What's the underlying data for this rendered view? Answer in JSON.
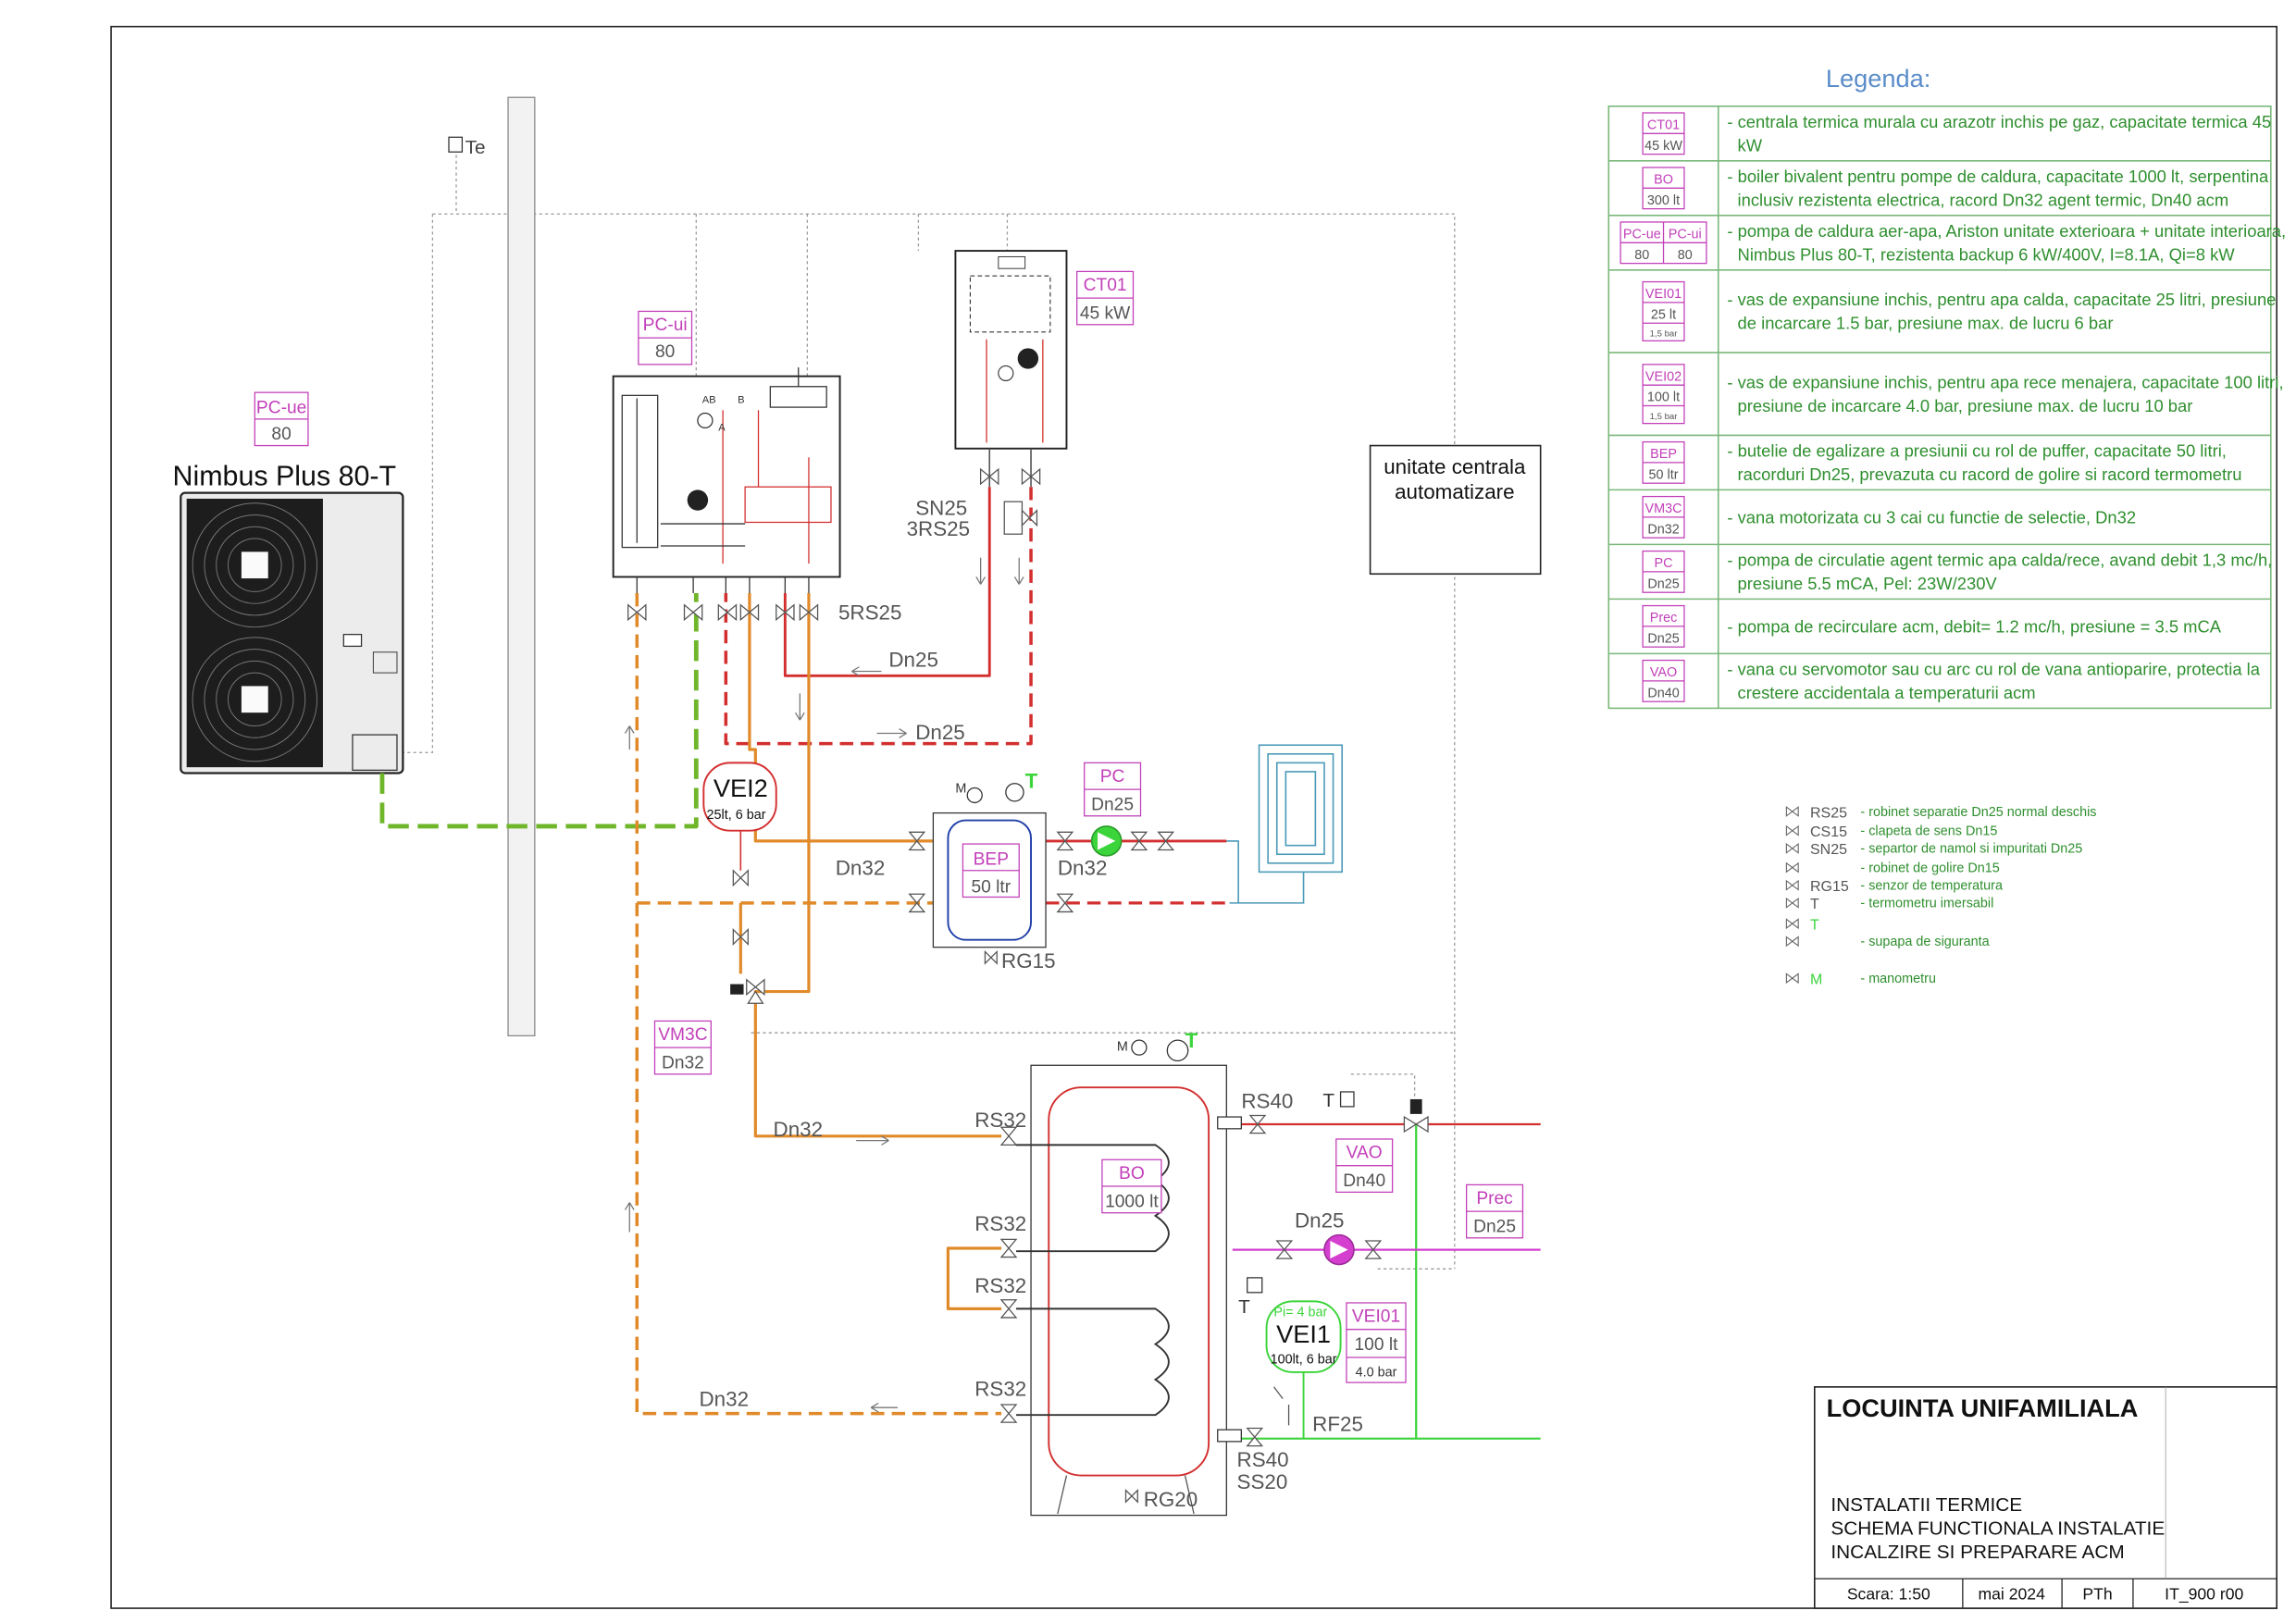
{
  "legend": {
    "title": "Legenda:",
    "rows": [
      {
        "tag": [
          "CT01",
          "45 kW"
        ],
        "text": [
          "- centrala termica murala cu arazotr inchis pe gaz, capacitate termica 45",
          "kW"
        ]
      },
      {
        "tag": [
          "BO",
          "300 lt"
        ],
        "text": [
          "- boiler bivalent pentru pompe de caldura, capacitate 1000 lt, serpentina",
          "inclusiv rezistenta electrica, racord Dn32 agent termic, Dn40 acm"
        ]
      },
      {
        "tag": [
          "PC-ue",
          "80",
          "PC-ui",
          "80"
        ],
        "text": [
          "- pompa de caldura aer-apa, Ariston unitate exterioara + unitate interioara,",
          "Nimbus Plus 80-T, rezistenta backup 6 kW/400V, I=8.1A, Qi=8 kW"
        ]
      },
      {
        "tag": [
          "VEI01",
          "25 lt",
          "1,5 bar"
        ],
        "text": [
          "- vas de expansiune inchis, pentru apa calda, capacitate 25 litri, presiune",
          "de incarcare 1.5 bar, presiune max. de lucru 6 bar"
        ]
      },
      {
        "tag": [
          "VEI02",
          "100 lt",
          "1,5 bar"
        ],
        "text": [
          "- vas de expansiune inchis, pentru apa rece menajera, capacitate 100 litri,",
          "presiune de incarcare 4.0 bar, presiune max. de lucru 10 bar"
        ]
      },
      {
        "tag": [
          "BEP",
          "50 ltr"
        ],
        "text": [
          "- butelie de egalizare a presiunii cu rol de puffer, capacitate 50 litri,",
          "racorduri Dn25, prevazuta cu racord de golire si racord termometru"
        ]
      },
      {
        "tag": [
          "VM3C",
          "Dn32"
        ],
        "text": [
          "- vana motorizata cu 3 cai cu functie de selectie, Dn32"
        ]
      },
      {
        "tag": [
          "PC",
          "Dn25"
        ],
        "text": [
          "- pompa de circulatie agent termic apa calda/rece, avand debit 1,3 mc/h,",
          "presiune 5.5 mCA, Pel: 23W/230V"
        ]
      },
      {
        "tag": [
          "Prec",
          "Dn25"
        ],
        "text": [
          "- pompa de recirculare acm, debit= 1.2 mc/h, presiune = 3.5 mCA"
        ]
      },
      {
        "tag": [
          "VAO",
          "Dn40"
        ],
        "text": [
          "- vana cu servomotor sau cu arc cu rol de vana antioparire, protectia la",
          "crestere accidentala a temperaturii acm"
        ]
      }
    ]
  },
  "symbols": [
    {
      "code": "RS25",
      "text": "- robinet separatie Dn25 normal deschis"
    },
    {
      "code": "CS15",
      "text": "- clapeta de sens Dn15"
    },
    {
      "code": "SN25",
      "text": "- separtor de namol si impuritati Dn25"
    },
    {
      "code": "",
      "text": "- robinet de golire Dn15"
    },
    {
      "code": "RG15",
      "text": "- senzor de temperatura"
    },
    {
      "code": "T",
      "text": "- termometru imersabil"
    },
    {
      "code": "T",
      "text": ""
    },
    {
      "code": "",
      "text": "- supapa de siguranta"
    },
    {
      "code": "M",
      "text": "- manometru"
    }
  ],
  "title_block": {
    "project": "LOCUINTA UNIFAMILIALA",
    "lines": [
      "INSTALATII TERMICE",
      "SCHEMA FUNCTIONALA INSTALATIE",
      "INCALZIRE SI PREPARARE ACM"
    ],
    "scale": "Scara: 1:50",
    "date": "mai 2024",
    "author": "PTh",
    "code": "IT_900 r00"
  },
  "components": {
    "outdoor_unit": {
      "tag": "PC-ue",
      "sub": "80",
      "name": "Nimbus Plus 80-T"
    },
    "indoor_unit": {
      "tag": "PC-ui",
      "sub": "80"
    },
    "boiler": {
      "tag": "CT01",
      "sub": "45 kW"
    },
    "automation": {
      "line1": "unitate centrala",
      "line2": "automatizare"
    },
    "vei2": {
      "tag": "VEI2",
      "sub": "25lt, 6 bar"
    },
    "bep": {
      "tag": "BEP",
      "sub": "50 ltr"
    },
    "pc": {
      "tag": "PC",
      "sub": "Dn25"
    },
    "vm3c": {
      "tag": "VM3C",
      "sub": "Dn32"
    },
    "bo": {
      "tag": "BO",
      "sub": "1000 lt"
    },
    "vao": {
      "tag": "VAO",
      "sub": "Dn40"
    },
    "prec": {
      "tag": "Prec",
      "sub": "Dn25"
    },
    "vei1": {
      "tag": "VEI1",
      "sub": "100lt, 6 bar",
      "pi": "Pi= 4 bar"
    },
    "vei01": {
      "tag": "VEI01",
      "sub": "100 lt",
      "pressure": "4.0 bar"
    }
  },
  "labels": {
    "te": "Te",
    "sn25": "SN25",
    "rs3": "3RS25",
    "rs5": "5RS25",
    "dn25a": "Dn25",
    "dn25b": "Dn25",
    "dn25c": "Dn25",
    "dn32a": "Dn32",
    "dn32b": "Dn32",
    "dn32c": "Dn32",
    "dn32d": "Dn32",
    "rg15": "RG15",
    "rg20": "RG20",
    "rs32a": "RS32",
    "rs32b": "RS32",
    "rs32c": "RS32",
    "rs32d": "RS32",
    "rs40a": "RS40",
    "rs40b": "RS40",
    "ss20": "SS20",
    "rf25": "RF25",
    "m1": "M",
    "m2": "M",
    "t1": "T",
    "t2": "T",
    "t3": "T",
    "t4": "T",
    "ab": "AB",
    "a": "A",
    "b": "B"
  },
  "colors": {
    "hot": "#d32f2f",
    "orange": "#e08a2a",
    "green": "#6fb62a",
    "lightgreen": "#3bd43b",
    "magenta": "#d43fd0",
    "legendText": "#2f8f2f",
    "legendBorder": "#7ab87a",
    "legendTitle": "#5b8dc9",
    "tagPink": "#c23fb9",
    "floor": "#4a9ab8"
  }
}
